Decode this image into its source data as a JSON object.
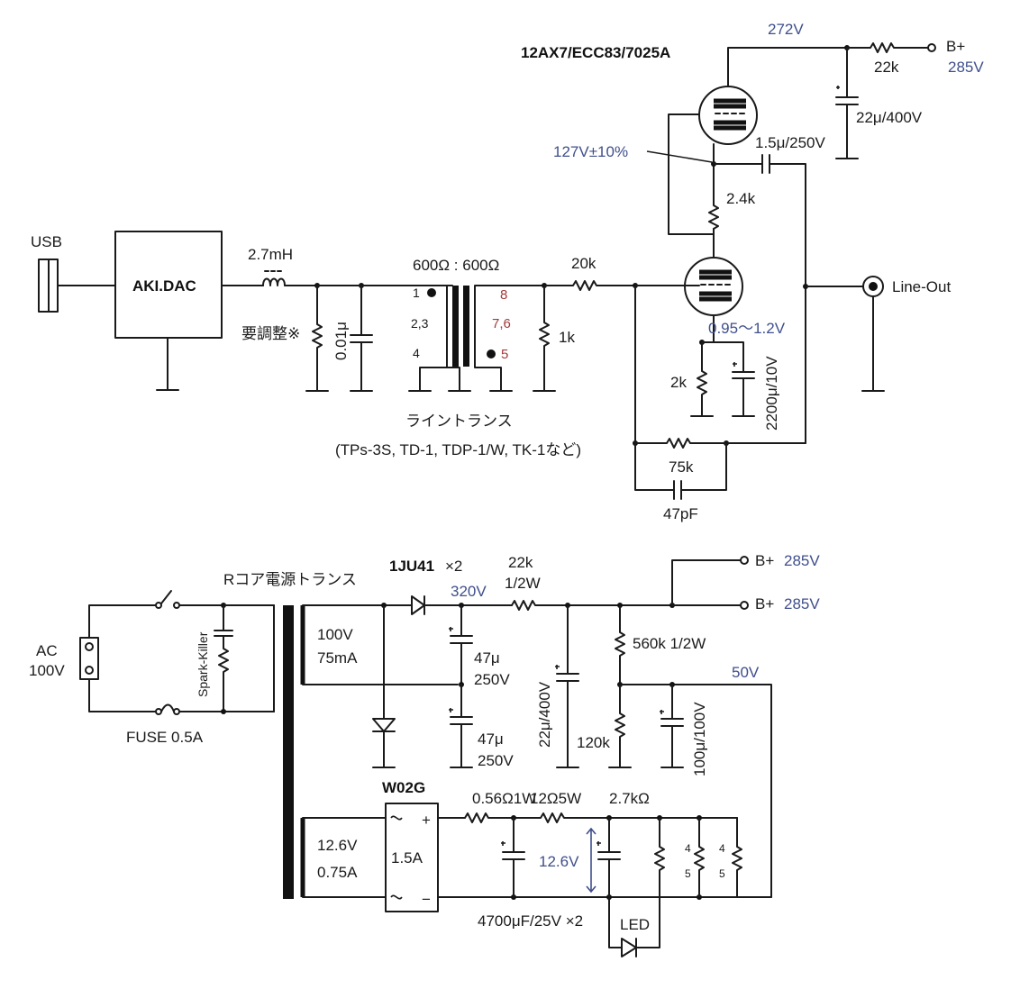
{
  "colors": {
    "ink": "#1a1a1a",
    "voltage_blue": "#3f4f8c",
    "pin_red": "#a33a3a",
    "background": "#ffffff"
  },
  "amplifier": {
    "tube_label": "12AX7/ECC83/7025A",
    "usb_label": "USB",
    "dac_label": "AKI.DAC",
    "inductor_label": "2.7mH",
    "adjust_label": "要調整※",
    "cap_label": "0.01μ",
    "transformer": {
      "ratio_label": "600Ω : 600Ω",
      "pin1": "1",
      "pin23": "2,3",
      "pin4": "4",
      "pin8": "8",
      "pin76": "7,6",
      "pin5": "5",
      "name_label": "ライントランス",
      "models_label": "(TPs-3S, TD-1, TDP-1/W, TK-1など)"
    },
    "r_load_label": "1k",
    "r_input_label": "20k",
    "r_mid_label": "2.4k",
    "r_cathode_label": "2k",
    "c_cathode_label": "2200μ/10V",
    "r_feedback_label": "75k",
    "c_feedback_label": "47pF",
    "c_coupling_label": "1.5μ/250V",
    "r_bplus_label": "22k",
    "c_bplus_label": "22μ/400V",
    "v_plate": "272V",
    "v_bplus": "285V",
    "bplus_label": "B+",
    "v_mid": "127V±10%",
    "v_cathode": "0.95～1.2V",
    "output_label": "Line-Out"
  },
  "power": {
    "ac_label": "AC",
    "ac_voltage": "100V",
    "fuse_label": "FUSE 0.5A",
    "spark_label": "Spark-Killer",
    "transformer_label": "Rコア電源トランス",
    "hv_winding_v": "100V",
    "hv_winding_i": "75mA",
    "lv_winding_v": "12.6V",
    "lv_winding_i": "0.75A",
    "diode_label": "1JU41",
    "diode_count": "×2",
    "v_rect": "320V",
    "c1_value": "47μ",
    "c1_voltage": "250V",
    "c2_value": "47μ",
    "c2_voltage": "250V",
    "r_drop_value": "22k",
    "r_drop_power": "1/2W",
    "c_filter_label": "22μ/400V",
    "r_div_top_label": "560k 1/2W",
    "r_div_bot_label": "120k",
    "c_div_label": "100μ/100V",
    "v_bias": "50V",
    "bplus_label": "B+",
    "v_bplus": "285V",
    "bridge_label": "W02G",
    "bridge_current": "1.5A",
    "bridge_plus": "+",
    "bridge_minus": "−",
    "r1_label": "0.56Ω1W",
    "r2_label": "12Ω5W",
    "r3_label": "2.7kΩ",
    "caps_label": "4700μF/25V ×2",
    "v_heater": "12.6V",
    "led_label": "LED",
    "heater1_top": "4",
    "heater1_bot": "5",
    "heater2_top": "4",
    "heater2_bot": "5"
  }
}
